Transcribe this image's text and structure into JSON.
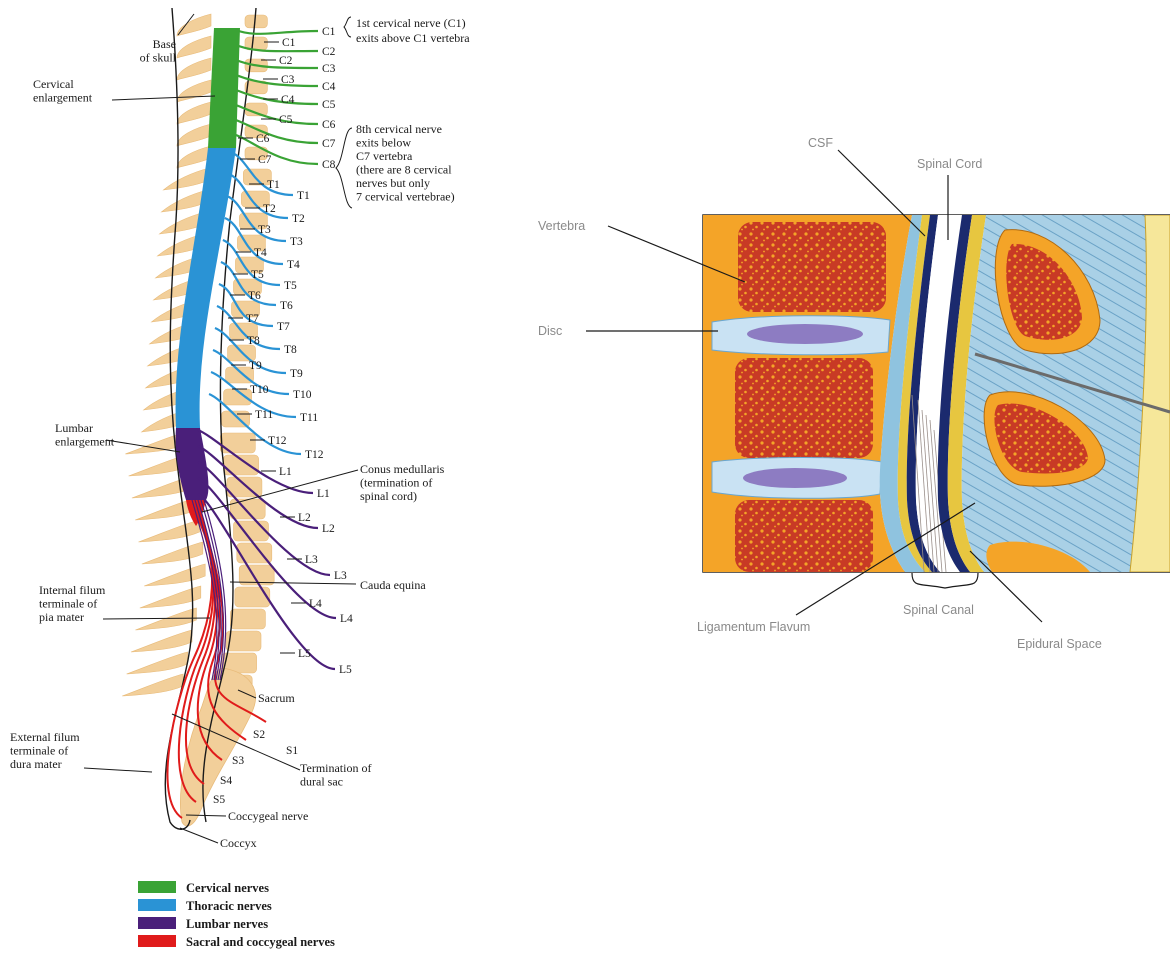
{
  "colors": {
    "cervical": "#3aa335",
    "thoracic": "#2a93d5",
    "lumbar": "#4a1f7a",
    "sacral": "#e01b1b",
    "bone": "#f2cf9a",
    "vertebra_orange": "#f4a428",
    "marrow": "#c8322a",
    "muscle": "#9cc7df",
    "disc": "#c9e2f3",
    "nucleus": "#8d7cc2"
  },
  "left": {
    "notes": {
      "c1_line1": "1st cervical nerve (C1)",
      "c1_line2": "exits above C1 vertebra",
      "c8_lines": [
        "8th cervical nerve",
        "exits below",
        "C7 vertebra",
        "(there are 8 cervical",
        "nerves but only",
        "7 cervical vertebrae)"
      ]
    },
    "labels": {
      "base_skull": [
        "Base",
        "of skull"
      ],
      "cervical_enl": [
        "Cervical",
        "enlargement"
      ],
      "lumbar_enl": [
        "Lumbar",
        "enlargement"
      ],
      "conus": [
        "Conus medullaris",
        "(termination of",
        "spinal cord)"
      ],
      "cauda": [
        "Cauda equina"
      ],
      "internal_filum": [
        "Internal filum",
        "terminale of",
        "pia mater"
      ],
      "sacrum": [
        "Sacrum"
      ],
      "termination": [
        "Termination of",
        "dural sac"
      ],
      "external_filum": [
        "External filum",
        "terminale of",
        "dura mater"
      ],
      "coccygeal_nerve": [
        "Coccygeal nerve"
      ],
      "coccyx": [
        "Coccyx"
      ]
    },
    "vertebra_labels": [
      "C1",
      "C2",
      "C3",
      "C4",
      "C5",
      "C6",
      "C7",
      "T1",
      "T2",
      "T3",
      "T4",
      "T5",
      "T6",
      "T7",
      "T8",
      "T9",
      "T10",
      "T11",
      "T12",
      "L1",
      "L2",
      "L3",
      "L4",
      "L5",
      "S1",
      "S2",
      "S3",
      "S4",
      "S5"
    ],
    "nerve_labels": [
      "C1",
      "C2",
      "C3",
      "C4",
      "C5",
      "C6",
      "C7",
      "C8",
      "T1",
      "T2",
      "T3",
      "T4",
      "T5",
      "T6",
      "T7",
      "T8",
      "T9",
      "T10",
      "T11",
      "T12",
      "L1",
      "L2",
      "L3",
      "L4",
      "L5"
    ],
    "legend": [
      "Cervical nerves",
      "Thoracic nerves",
      "Lumbar nerves",
      "Sacral and coccygeal nerves"
    ]
  },
  "right": {
    "labels": {
      "csf": "CSF",
      "spinal_cord": "Spinal Cord",
      "vertebra": "Vertebra",
      "disc": "Disc",
      "ligamentum": "Ligamentum Flavum",
      "spinal_canal": "Spinal Canal",
      "epidural": "Epidural Space"
    }
  }
}
